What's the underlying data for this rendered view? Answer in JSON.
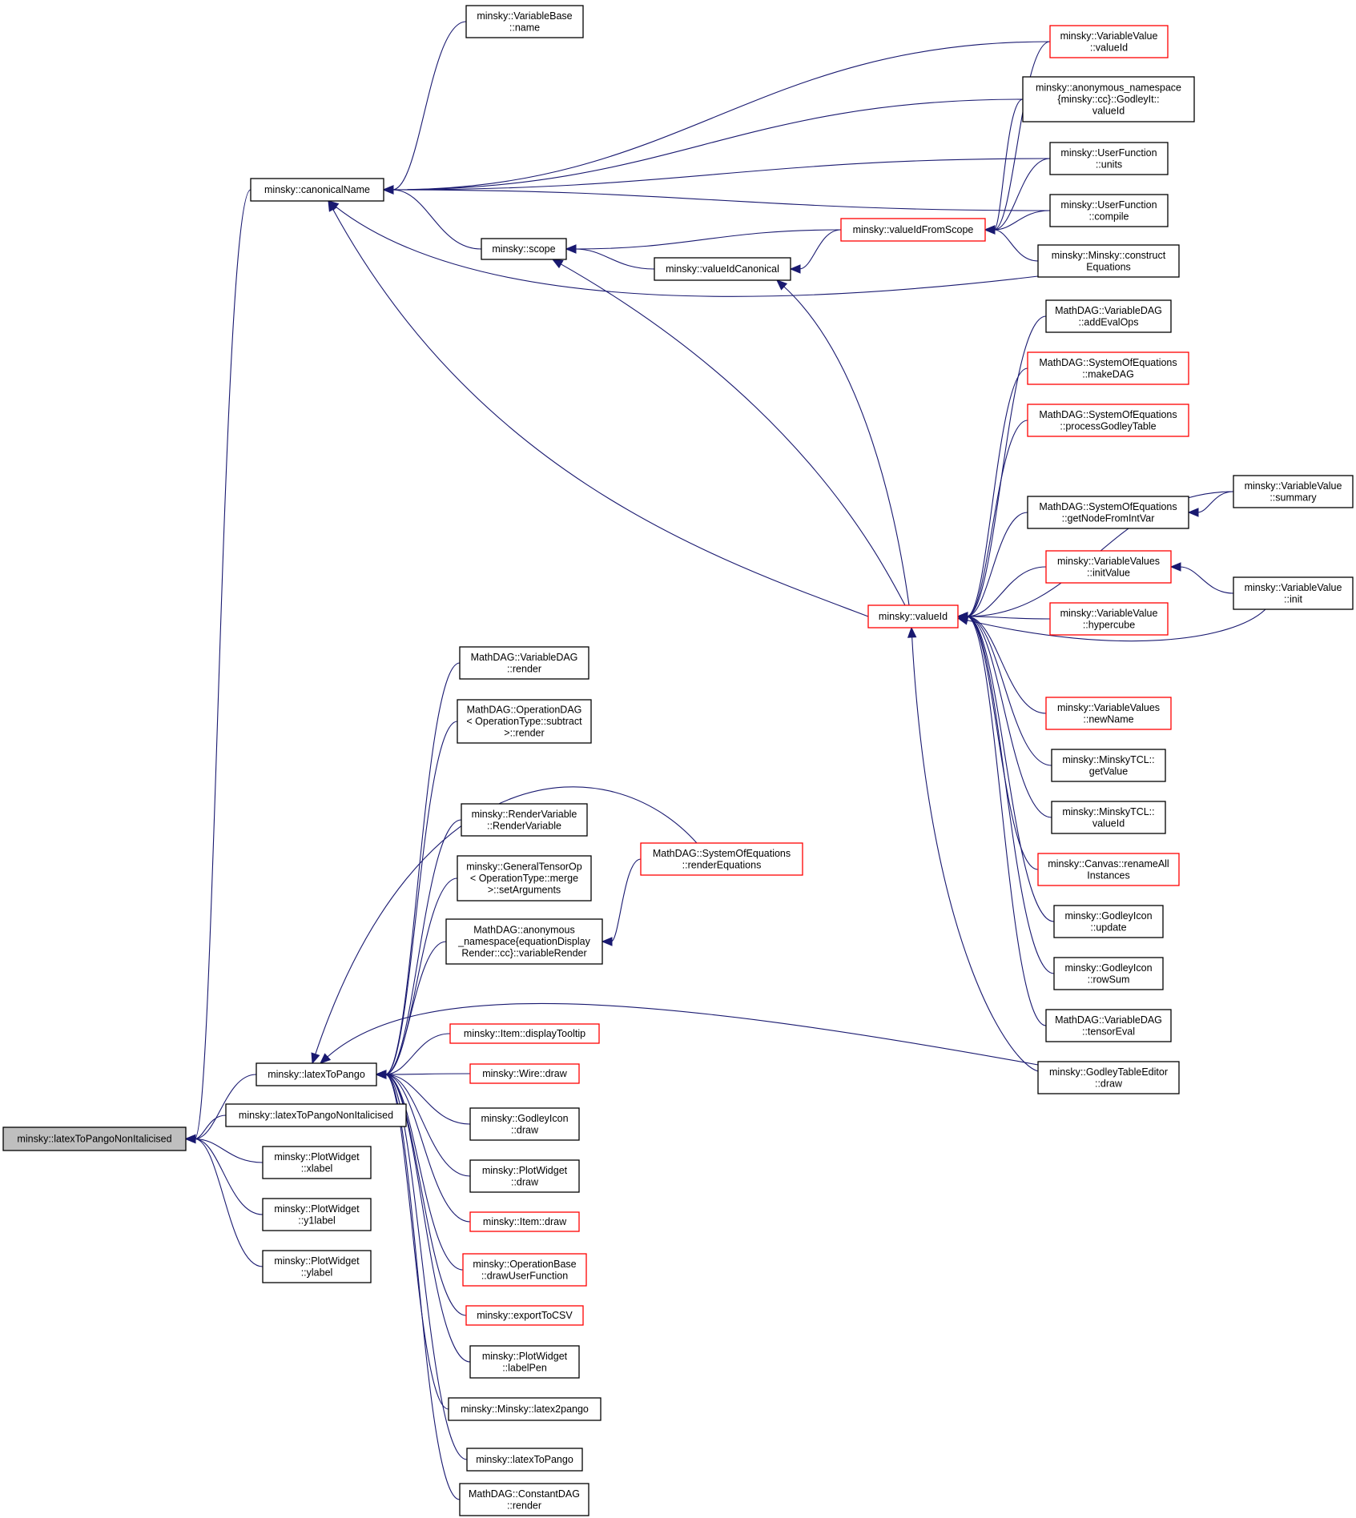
{
  "colors": {
    "edge": "#191970",
    "link_box": "#000000",
    "incomplete_box": "#ff0000",
    "focus_fill": "#bfbfbf"
  },
  "nodes": [
    {
      "id": "root",
      "lines": [
        "minsky::latexToPangoNonItalicised"
      ],
      "style": "focus"
    },
    {
      "id": "canonicalName",
      "lines": [
        "minsky::canonicalName"
      ],
      "style": "black"
    },
    {
      "id": "latexToPango",
      "lines": [
        "minsky::latexToPango"
      ],
      "style": "black"
    },
    {
      "id": "latexToPangoNonItalicised2",
      "lines": [
        "minsky::latexToPangoNonItalicised"
      ],
      "style": "black"
    },
    {
      "id": "plot_xlabel",
      "lines": [
        "minsky::PlotWidget",
        "::xlabel"
      ],
      "style": "black"
    },
    {
      "id": "plot_y1label",
      "lines": [
        "minsky::PlotWidget",
        "::y1label"
      ],
      "style": "black"
    },
    {
      "id": "plot_ylabel",
      "lines": [
        "minsky::PlotWidget",
        "::ylabel"
      ],
      "style": "black"
    },
    {
      "id": "varbase_name",
      "lines": [
        "minsky::VariableBase",
        "::name"
      ],
      "style": "black"
    },
    {
      "id": "scope",
      "lines": [
        "minsky::scope"
      ],
      "style": "black"
    },
    {
      "id": "valueIdCanonical",
      "lines": [
        "minsky::valueIdCanonical"
      ],
      "style": "black"
    },
    {
      "id": "valueIdFromScope",
      "lines": [
        "minsky::valueIdFromScope"
      ],
      "style": "red"
    },
    {
      "id": "valueId",
      "lines": [
        "minsky::valueId"
      ],
      "style": "red"
    },
    {
      "id": "vv_valueId",
      "lines": [
        "minsky::VariableValue",
        "::valueId"
      ],
      "style": "red"
    },
    {
      "id": "godleyIt",
      "lines": [
        "minsky::anonymous_namespace",
        "{minsky::cc}::GodleyIt::",
        "valueId"
      ],
      "style": "black"
    },
    {
      "id": "uf_units",
      "lines": [
        "minsky::UserFunction",
        "::units"
      ],
      "style": "black"
    },
    {
      "id": "uf_compile",
      "lines": [
        "minsky::UserFunction",
        "::compile"
      ],
      "style": "black"
    },
    {
      "id": "construct",
      "lines": [
        "minsky::Minsky::construct",
        "Equations"
      ],
      "style": "black"
    },
    {
      "id": "vdag_addEvalOps",
      "lines": [
        "MathDAG::VariableDAG",
        "::addEvalOps"
      ],
      "style": "black"
    },
    {
      "id": "soe_makeDAG",
      "lines": [
        "MathDAG::SystemOfEquations",
        "::makeDAG"
      ],
      "style": "red"
    },
    {
      "id": "soe_processGodley",
      "lines": [
        "MathDAG::SystemOfEquations",
        "::processGodleyTable"
      ],
      "style": "red"
    },
    {
      "id": "soe_getNode",
      "lines": [
        "MathDAG::SystemOfEquations",
        "::getNodeFromIntVar"
      ],
      "style": "black"
    },
    {
      "id": "vv_summary",
      "lines": [
        "minsky::VariableValue",
        "::summary"
      ],
      "style": "black"
    },
    {
      "id": "vvs_initValue",
      "lines": [
        "minsky::VariableValues",
        "::initValue"
      ],
      "style": "red"
    },
    {
      "id": "vv_init",
      "lines": [
        "minsky::VariableValue",
        "::init"
      ],
      "style": "black"
    },
    {
      "id": "vv_hypercube",
      "lines": [
        "minsky::VariableValue",
        "::hypercube"
      ],
      "style": "red"
    },
    {
      "id": "vvs_newName",
      "lines": [
        "minsky::VariableValues",
        "::newName"
      ],
      "style": "red"
    },
    {
      "id": "tcl_getValue",
      "lines": [
        "minsky::MinskyTCL::",
        "getValue"
      ],
      "style": "black"
    },
    {
      "id": "tcl_valueId",
      "lines": [
        "minsky::MinskyTCL::",
        "valueId"
      ],
      "style": "black"
    },
    {
      "id": "canvas_rename",
      "lines": [
        "minsky::Canvas::renameAll",
        "Instances"
      ],
      "style": "red"
    },
    {
      "id": "gi_update",
      "lines": [
        "minsky::GodleyIcon",
        "::update"
      ],
      "style": "black"
    },
    {
      "id": "gi_rowSum",
      "lines": [
        "minsky::GodleyIcon",
        "::rowSum"
      ],
      "style": "black"
    },
    {
      "id": "vdag_tensorEval",
      "lines": [
        "MathDAG::VariableDAG",
        "::tensorEval"
      ],
      "style": "black"
    },
    {
      "id": "gte_draw",
      "lines": [
        "minsky::GodleyTableEditor",
        "::draw"
      ],
      "style": "black"
    },
    {
      "id": "vdag_render",
      "lines": [
        "MathDAG::VariableDAG",
        "::render"
      ],
      "style": "black"
    },
    {
      "id": "opdag_render",
      "lines": [
        "MathDAG::OperationDAG",
        "< OperationType::subtract",
        ">::render"
      ],
      "style": "black"
    },
    {
      "id": "rv_render",
      "lines": [
        "minsky::RenderVariable",
        "::RenderVariable"
      ],
      "style": "black"
    },
    {
      "id": "gto_setArgs",
      "lines": [
        "minsky::GeneralTensorOp",
        "< OperationType::merge",
        ">::setArguments"
      ],
      "style": "black"
    },
    {
      "id": "anon_varRender",
      "lines": [
        "MathDAG::anonymous",
        "_namespace{equationDisplay",
        "Render::cc}::variableRender"
      ],
      "style": "black"
    },
    {
      "id": "soe_renderEq",
      "lines": [
        "MathDAG::SystemOfEquations",
        "::renderEquations"
      ],
      "style": "red"
    },
    {
      "id": "item_tooltip",
      "lines": [
        "minsky::Item::displayTooltip"
      ],
      "style": "red"
    },
    {
      "id": "wire_draw",
      "lines": [
        "minsky::Wire::draw"
      ],
      "style": "red"
    },
    {
      "id": "gi_draw",
      "lines": [
        "minsky::GodleyIcon",
        "::draw"
      ],
      "style": "black"
    },
    {
      "id": "plot_draw",
      "lines": [
        "minsky::PlotWidget",
        "::draw"
      ],
      "style": "black"
    },
    {
      "id": "item_draw",
      "lines": [
        "minsky::Item::draw"
      ],
      "style": "red"
    },
    {
      "id": "op_drawUF",
      "lines": [
        "minsky::OperationBase",
        "::drawUserFunction"
      ],
      "style": "red"
    },
    {
      "id": "exportCSV",
      "lines": [
        "minsky::exportToCSV"
      ],
      "style": "red"
    },
    {
      "id": "plot_labelPen",
      "lines": [
        "minsky::PlotWidget",
        "::labelPen"
      ],
      "style": "black"
    },
    {
      "id": "minsky_latex2pango",
      "lines": [
        "minsky::Minsky::latex2pango"
      ],
      "style": "black"
    },
    {
      "id": "latexToPango2",
      "lines": [
        "minsky::latexToPango"
      ],
      "style": "black"
    },
    {
      "id": "cdag_render",
      "lines": [
        "MathDAG::ConstantDAG",
        "::render"
      ],
      "style": "black"
    }
  ],
  "edges": [
    [
      "root",
      "canonicalName"
    ],
    [
      "root",
      "latexToPango"
    ],
    [
      "root",
      "latexToPangoNonItalicised2"
    ],
    [
      "root",
      "plot_xlabel"
    ],
    [
      "root",
      "plot_y1label"
    ],
    [
      "root",
      "plot_ylabel"
    ],
    [
      "canonicalName",
      "varbase_name"
    ],
    [
      "canonicalName",
      "vv_valueId"
    ],
    [
      "canonicalName",
      "godleyIt"
    ],
    [
      "canonicalName",
      "uf_units"
    ],
    [
      "canonicalName",
      "uf_compile"
    ],
    [
      "canonicalName",
      "scope"
    ],
    [
      "canonicalName",
      "construct"
    ],
    [
      "canonicalName",
      "valueId"
    ],
    [
      "scope",
      "valueIdFromScope"
    ],
    [
      "scope",
      "valueIdCanonical"
    ],
    [
      "scope",
      "valueId"
    ],
    [
      "valueIdCanonical",
      "valueIdFromScope"
    ],
    [
      "valueIdCanonical",
      "valueId"
    ],
    [
      "valueIdFromScope",
      "vv_valueId"
    ],
    [
      "valueIdFromScope",
      "godleyIt"
    ],
    [
      "valueIdFromScope",
      "uf_units"
    ],
    [
      "valueIdFromScope",
      "uf_compile"
    ],
    [
      "valueIdFromScope",
      "construct"
    ],
    [
      "valueId",
      "vdag_addEvalOps"
    ],
    [
      "valueId",
      "soe_makeDAG"
    ],
    [
      "valueId",
      "soe_processGodley"
    ],
    [
      "valueId",
      "vv_summary"
    ],
    [
      "valueId",
      "soe_getNode"
    ],
    [
      "valueId",
      "vvs_initValue"
    ],
    [
      "valueId",
      "vv_hypercube"
    ],
    [
      "valueId",
      "vv_init"
    ],
    [
      "valueId",
      "vvs_newName"
    ],
    [
      "valueId",
      "tcl_getValue"
    ],
    [
      "valueId",
      "tcl_valueId"
    ],
    [
      "valueId",
      "canvas_rename"
    ],
    [
      "valueId",
      "gi_update"
    ],
    [
      "valueId",
      "gi_rowSum"
    ],
    [
      "valueId",
      "vdag_tensorEval"
    ],
    [
      "valueId",
      "gte_draw"
    ],
    [
      "soe_getNode",
      "vv_summary"
    ],
    [
      "vvs_initValue",
      "vv_init"
    ],
    [
      "latexToPango",
      "vdag_render"
    ],
    [
      "latexToPango",
      "opdag_render"
    ],
    [
      "latexToPango",
      "soe_renderEq"
    ],
    [
      "latexToPango",
      "rv_render"
    ],
    [
      "latexToPango",
      "gto_setArgs"
    ],
    [
      "latexToPango",
      "anon_varRender"
    ],
    [
      "latexToPango",
      "gte_draw"
    ],
    [
      "latexToPango",
      "item_tooltip"
    ],
    [
      "latexToPango",
      "wire_draw"
    ],
    [
      "latexToPango",
      "gi_draw"
    ],
    [
      "latexToPango",
      "plot_draw"
    ],
    [
      "latexToPango",
      "item_draw"
    ],
    [
      "latexToPango",
      "op_drawUF"
    ],
    [
      "latexToPango",
      "exportCSV"
    ],
    [
      "latexToPango",
      "plot_labelPen"
    ],
    [
      "latexToPango",
      "minsky_latex2pango"
    ],
    [
      "latexToPango",
      "latexToPango2"
    ],
    [
      "latexToPango",
      "cdag_render"
    ],
    [
      "anon_varRender",
      "soe_renderEq"
    ]
  ]
}
